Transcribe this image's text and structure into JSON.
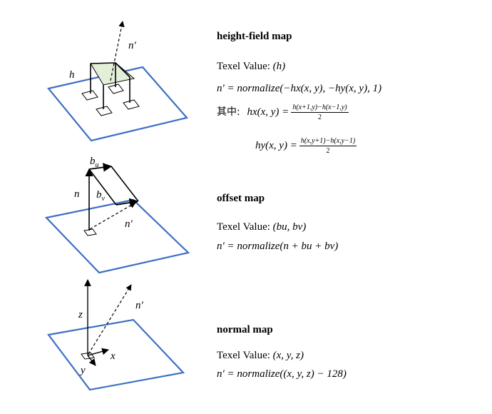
{
  "colors": {
    "plane": "#3f6fc4",
    "patch_fill": "#e2efd9",
    "ink": "#000000"
  },
  "figures": {
    "height_field": {
      "normal_label": "n′",
      "height_label": "h"
    },
    "offset": {
      "normal_label": "n′",
      "n_label": "n",
      "bu_label": "b",
      "bu_sub": "u",
      "bv_label": "b",
      "bv_sub": "v"
    },
    "normal_map": {
      "normal_label": "n′",
      "z_label": "z",
      "x_label": "x",
      "y_label": "y"
    }
  },
  "sections": {
    "height_field": {
      "title": "height-field map",
      "texel_prefix": "Texel Value: ",
      "texel_value": "(h)",
      "formula": "n′ = normalize(−hx(x, y), −hy(x, y), 1)",
      "where": "其中:",
      "hx_lhs": "hx(x, y) =",
      "hx_num": "h(x+1,y)−h(x−1,y)",
      "hx_den": "2",
      "hy_lhs": "hy(x, y) =",
      "hy_num": "h(x,y+1)−h(x,y−1)",
      "hy_den": "2"
    },
    "offset": {
      "title": "offset map",
      "texel_prefix": "Texel Value: ",
      "texel_value": "(bu, bv)",
      "formula": "n′ = normalize(n + bu + bv)"
    },
    "normal": {
      "title": "normal map",
      "texel_prefix": "Texel Value: ",
      "texel_value": "(x, y, z)",
      "formula": "n′ = normalize((x, y, z) − 128)"
    }
  }
}
